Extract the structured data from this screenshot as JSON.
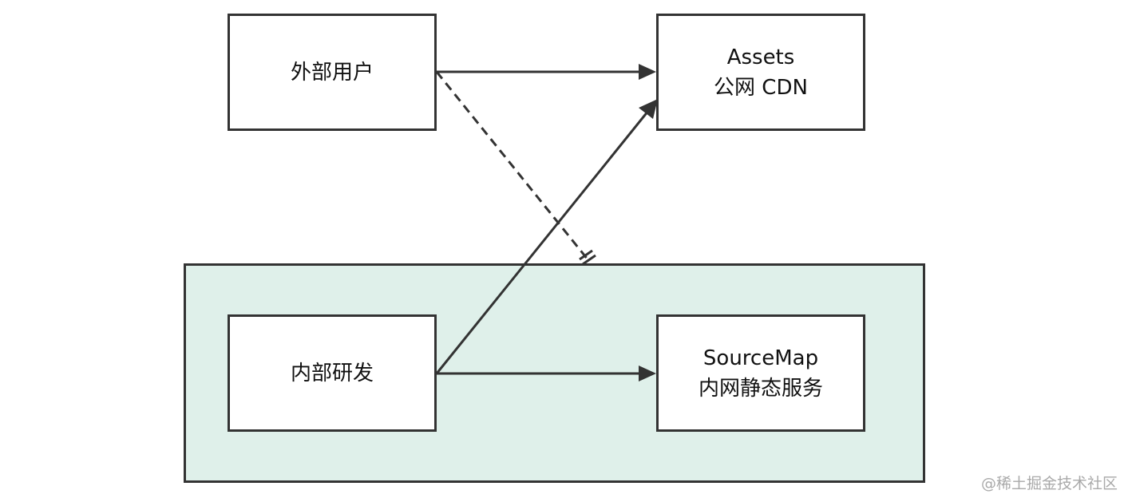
{
  "nodes": {
    "external_user": {
      "label": "外部用户"
    },
    "assets": {
      "line1": "Assets",
      "line2": "公网 CDN"
    },
    "internal_dev": {
      "label": "内部研发"
    },
    "sourcemap": {
      "line1": "SourceMap",
      "line2": "内网静态服务"
    }
  },
  "edges": [
    {
      "from": "外部用户",
      "to": "Assets 公网 CDN",
      "style": "solid",
      "end": "arrow"
    },
    {
      "from": "内部研发",
      "to": "Assets 公网 CDN",
      "style": "solid",
      "end": "arrow"
    },
    {
      "from": "内部研发",
      "to": "SourceMap 内网静态服务",
      "style": "solid",
      "end": "arrow"
    },
    {
      "from": "外部用户",
      "to": "internal network zone",
      "style": "dashed",
      "end": "blocked"
    }
  ],
  "colors": {
    "zone_fill": "#dff0ea",
    "stroke": "#333333",
    "box_fill": "#ffffff"
  },
  "watermark": "@稀土掘金技术社区"
}
